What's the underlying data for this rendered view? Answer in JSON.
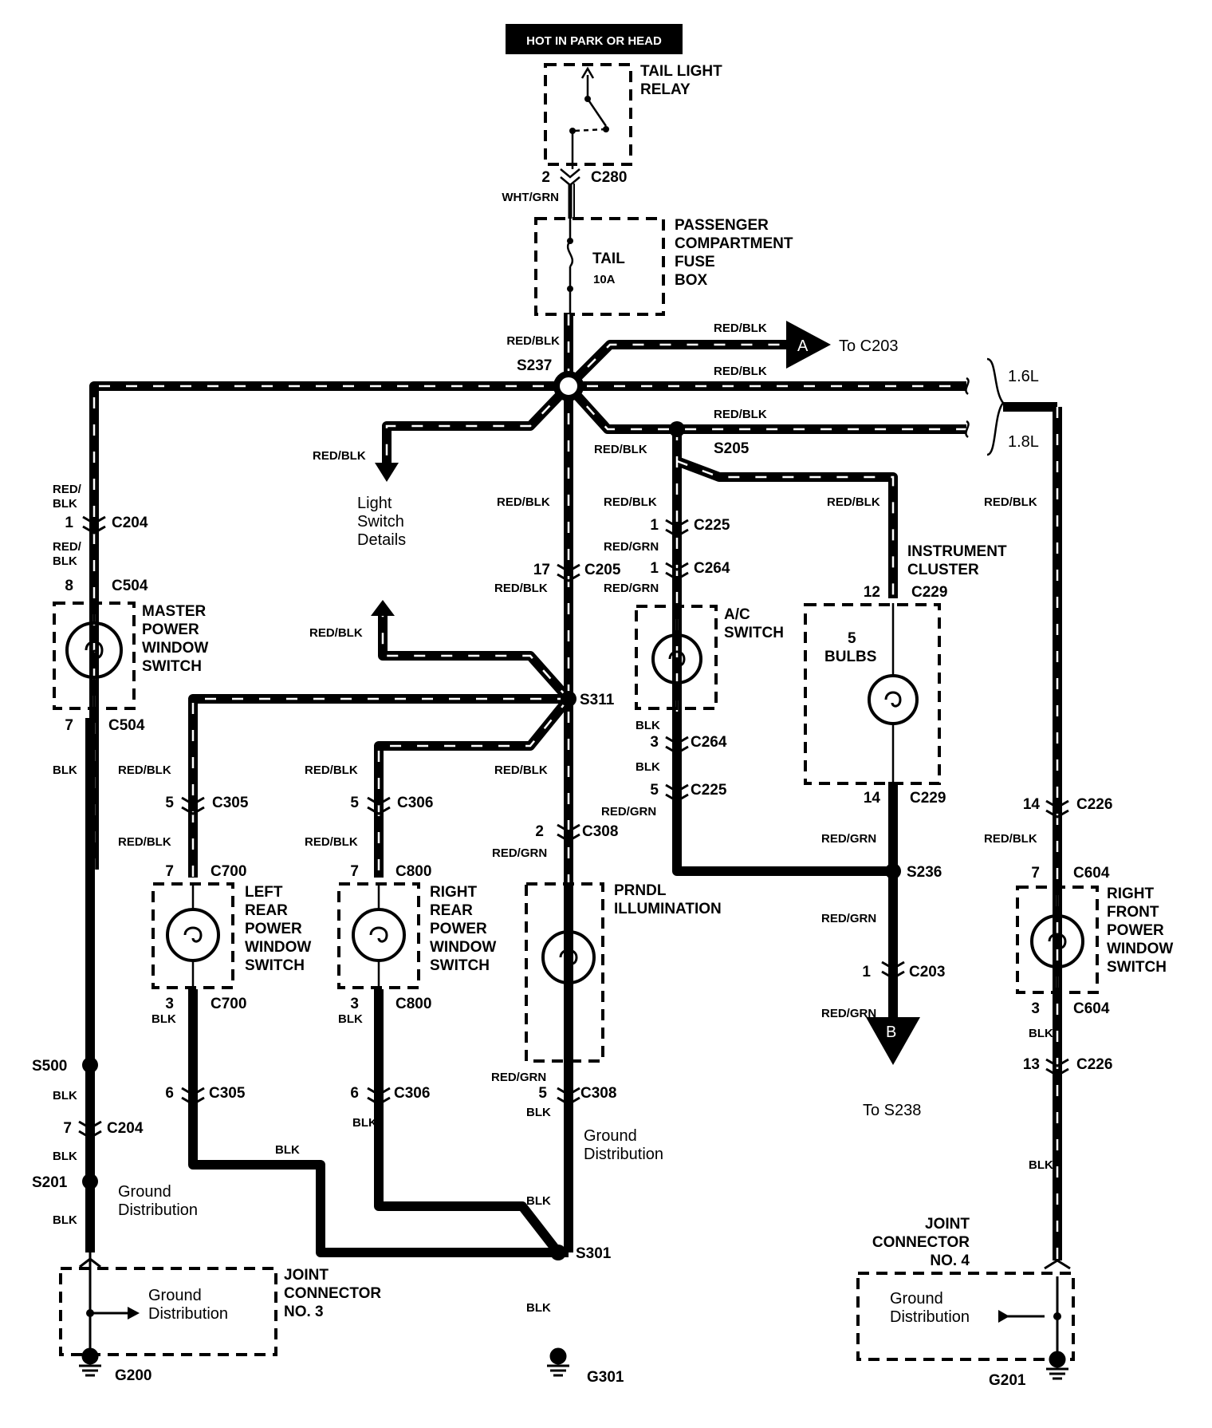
{
  "title_box": "HOT IN PARK OR HEAD",
  "relay": {
    "name_line1": "TAIL LIGHT",
    "name_line2": "RELAY",
    "pin": "2",
    "connector": "C280"
  },
  "fuse_box": {
    "line1": "PASSENGER",
    "line2": "COMPARTMENT",
    "line3": "FUSE",
    "line4": "BOX",
    "fuse_name": "TAIL",
    "fuse_rating": "10A"
  },
  "wires": {
    "wht_grn": "WHT/GRN",
    "red_blk": "RED/BLK",
    "red_grn": "RED/GRN",
    "blk": "BLK",
    "red": "RED/",
    "blk_half": "BLK"
  },
  "splices": {
    "s237": "S237",
    "s205": "S205",
    "s311": "S311",
    "s236": "S236",
    "s500": "S500",
    "s201": "S201",
    "s301": "S301"
  },
  "offpage": {
    "a_letter": "A",
    "a_text": "To C203",
    "b_letter": "B",
    "b_text": "To S238",
    "engine_16": "1.6L",
    "engine_18": "1.8L",
    "light_switch_1": "Light",
    "light_switch_2": "Switch",
    "light_switch_3": "Details"
  },
  "connectors": {
    "c204": "C204",
    "c504": "C504",
    "c205": "C205",
    "c225": "C225",
    "c264": "C264",
    "c229": "C229",
    "c305": "C305",
    "c306": "C306",
    "c700": "C700",
    "c800": "C800",
    "c308": "C308",
    "c203": "C203",
    "c226": "C226",
    "c604": "C604"
  },
  "pins": {
    "p1": "1",
    "p2": "2",
    "p3": "3",
    "p5": "5",
    "p6": "6",
    "p7": "7",
    "p8": "8",
    "p12": "12",
    "p13": "13",
    "p14": "14",
    "p17": "17"
  },
  "components": {
    "master_1": "MASTER",
    "master_2": "POWER",
    "master_3": "WINDOW",
    "master_4": "SWITCH",
    "ac_1": "A/C",
    "ac_2": "SWITCH",
    "cluster_1": "INSTRUMENT",
    "cluster_2": "CLUSTER",
    "bulbs_1": "5",
    "bulbs_2": "BULBS",
    "lr_1": "LEFT",
    "lr_2": "REAR",
    "lr_3": "POWER",
    "lr_4": "WINDOW",
    "lr_5": "SWITCH",
    "rr_1": "RIGHT",
    "rr_2": "REAR",
    "rr_3": "POWER",
    "rr_4": "WINDOW",
    "rr_5": "SWITCH",
    "prndl_1": "PRNDL",
    "prndl_2": "ILLUMINATION",
    "rf_1": "RIGHT",
    "rf_2": "FRONT",
    "rf_3": "POWER",
    "rf_4": "WINDOW",
    "rf_5": "SWITCH"
  },
  "ground": {
    "dist_1": "Ground",
    "dist_2": "Distribution",
    "jc3_1": "JOINT",
    "jc3_2": "CONNECTOR",
    "jc3_3": "NO. 3",
    "jc4_1": "JOINT",
    "jc4_2": "CONNECTOR",
    "jc4_3": "NO. 4",
    "g200": "G200",
    "g301": "G301",
    "g201": "G201"
  }
}
